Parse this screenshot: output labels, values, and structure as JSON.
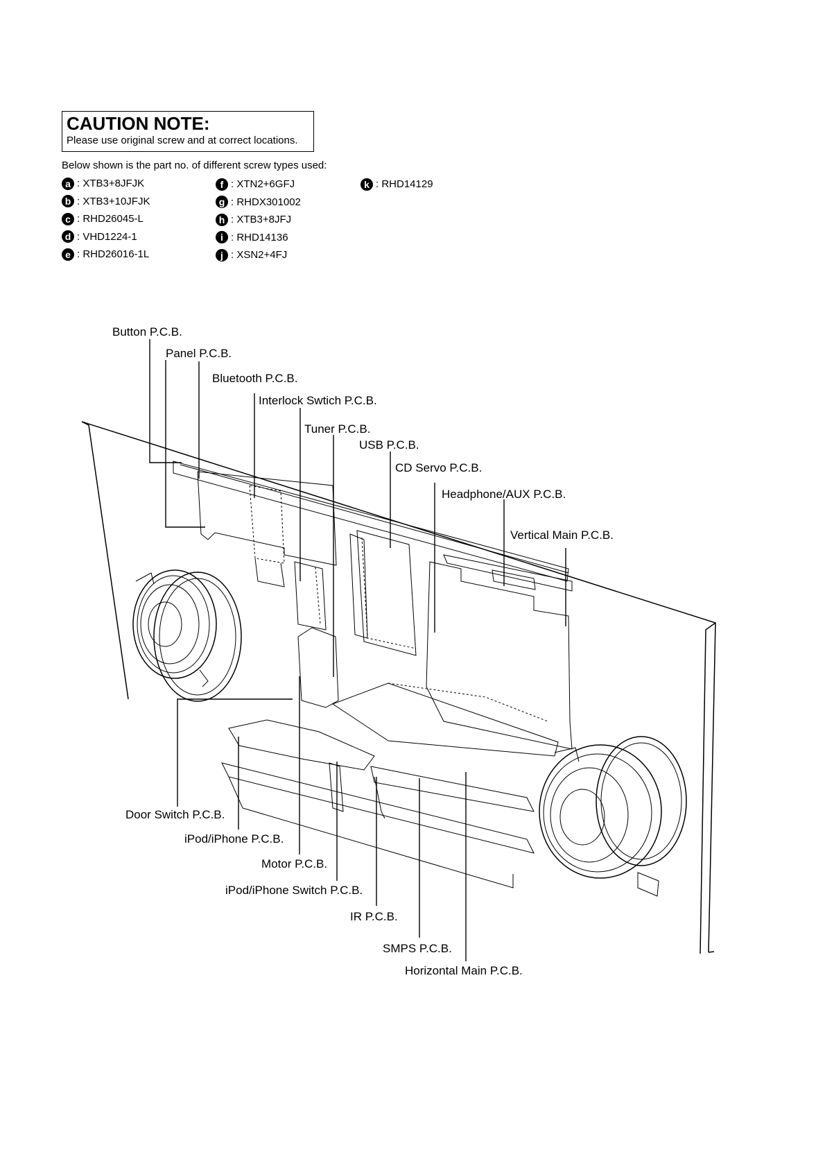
{
  "caution": {
    "title": "CAUTION NOTE:",
    "text": "Please use original screw and at correct locations."
  },
  "screws": {
    "intro": "Below shown is the part no. of different screw types used:",
    "col1": [
      {
        "letter": "a",
        "part": ": XTB3+8JFJK"
      },
      {
        "letter": "b",
        "part": ": XTB3+10JFJK"
      },
      {
        "letter": "c",
        "part": ": RHD26045-L"
      },
      {
        "letter": "d",
        "part": ": VHD1224-1"
      },
      {
        "letter": "e",
        "part": ": RHD26016-1L"
      }
    ],
    "col2": [
      {
        "letter": "f",
        "part": ": XTN2+6GFJ"
      },
      {
        "letter": "g",
        "part": ": RHDX301002"
      },
      {
        "letter": "h",
        "part": ": XTB3+8JFJ"
      },
      {
        "letter": "i",
        "part": ": RHD14136"
      },
      {
        "letter": "j",
        "part": ": XSN2+4FJ"
      }
    ],
    "col3": [
      {
        "letter": "k",
        "part": ": RHD14129"
      }
    ]
  },
  "labels": {
    "button_pcb": "Button P.C.B.",
    "panel_pcb": "Panel P.C.B.",
    "bluetooth_pcb": "Bluetooth P.C.B.",
    "interlock_pcb": "Interlock Swtich P.C.B.",
    "tuner_pcb": "Tuner P.C.B.",
    "usb_pcb": "USB P.C.B.",
    "cd_servo_pcb": "CD Servo P.C.B.",
    "headphone_pcb": "Headphone/AUX P.C.B.",
    "vertical_main_pcb": "Vertical Main P.C.B.",
    "door_switch_pcb": "Door Switch P.C.B.",
    "ipod_pcb": "iPod/iPhone P.C.B.",
    "motor_pcb": "Motor P.C.B.",
    "ipod_switch_pcb": "iPod/iPhone Switch P.C.B.",
    "ir_pcb": "IR P.C.B.",
    "smps_pcb": "SMPS P.C.B.",
    "horizontal_main_pcb": "Horizontal Main P.C.B."
  }
}
